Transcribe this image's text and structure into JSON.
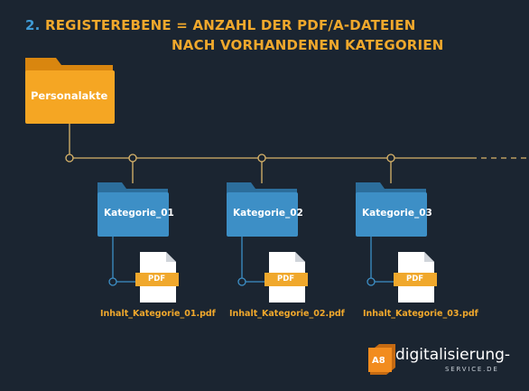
{
  "title": {
    "number": "2.",
    "line1": "REGISTEREBENE = ANZAHL DER PDF/A-DATEIEN",
    "line2": "NACH VORHANDENEN KATEGORIEN"
  },
  "root_folder": {
    "label": "Personalakte"
  },
  "categories": [
    {
      "folder_label": "Kategorie_01",
      "file_tag": "PDF",
      "file_label": "Inhalt_Kategorie_01.pdf"
    },
    {
      "folder_label": "Kategorie_02",
      "file_tag": "PDF",
      "file_label": "Inhalt_Kategorie_02.pdf"
    },
    {
      "folder_label": "Kategorie_03",
      "file_tag": "PDF",
      "file_label": "Inhalt_Kategorie_03.pdf"
    }
  ],
  "logo": {
    "badge": "A8",
    "main": "digitalisierung-",
    "sub": "SERVICE.DE"
  },
  "colors": {
    "background": "#1b2531",
    "accent_orange": "#f0a82c",
    "folder_blue": "#3d8fc6",
    "number_blue": "#3f9bd6",
    "line": "#d9b46a"
  }
}
